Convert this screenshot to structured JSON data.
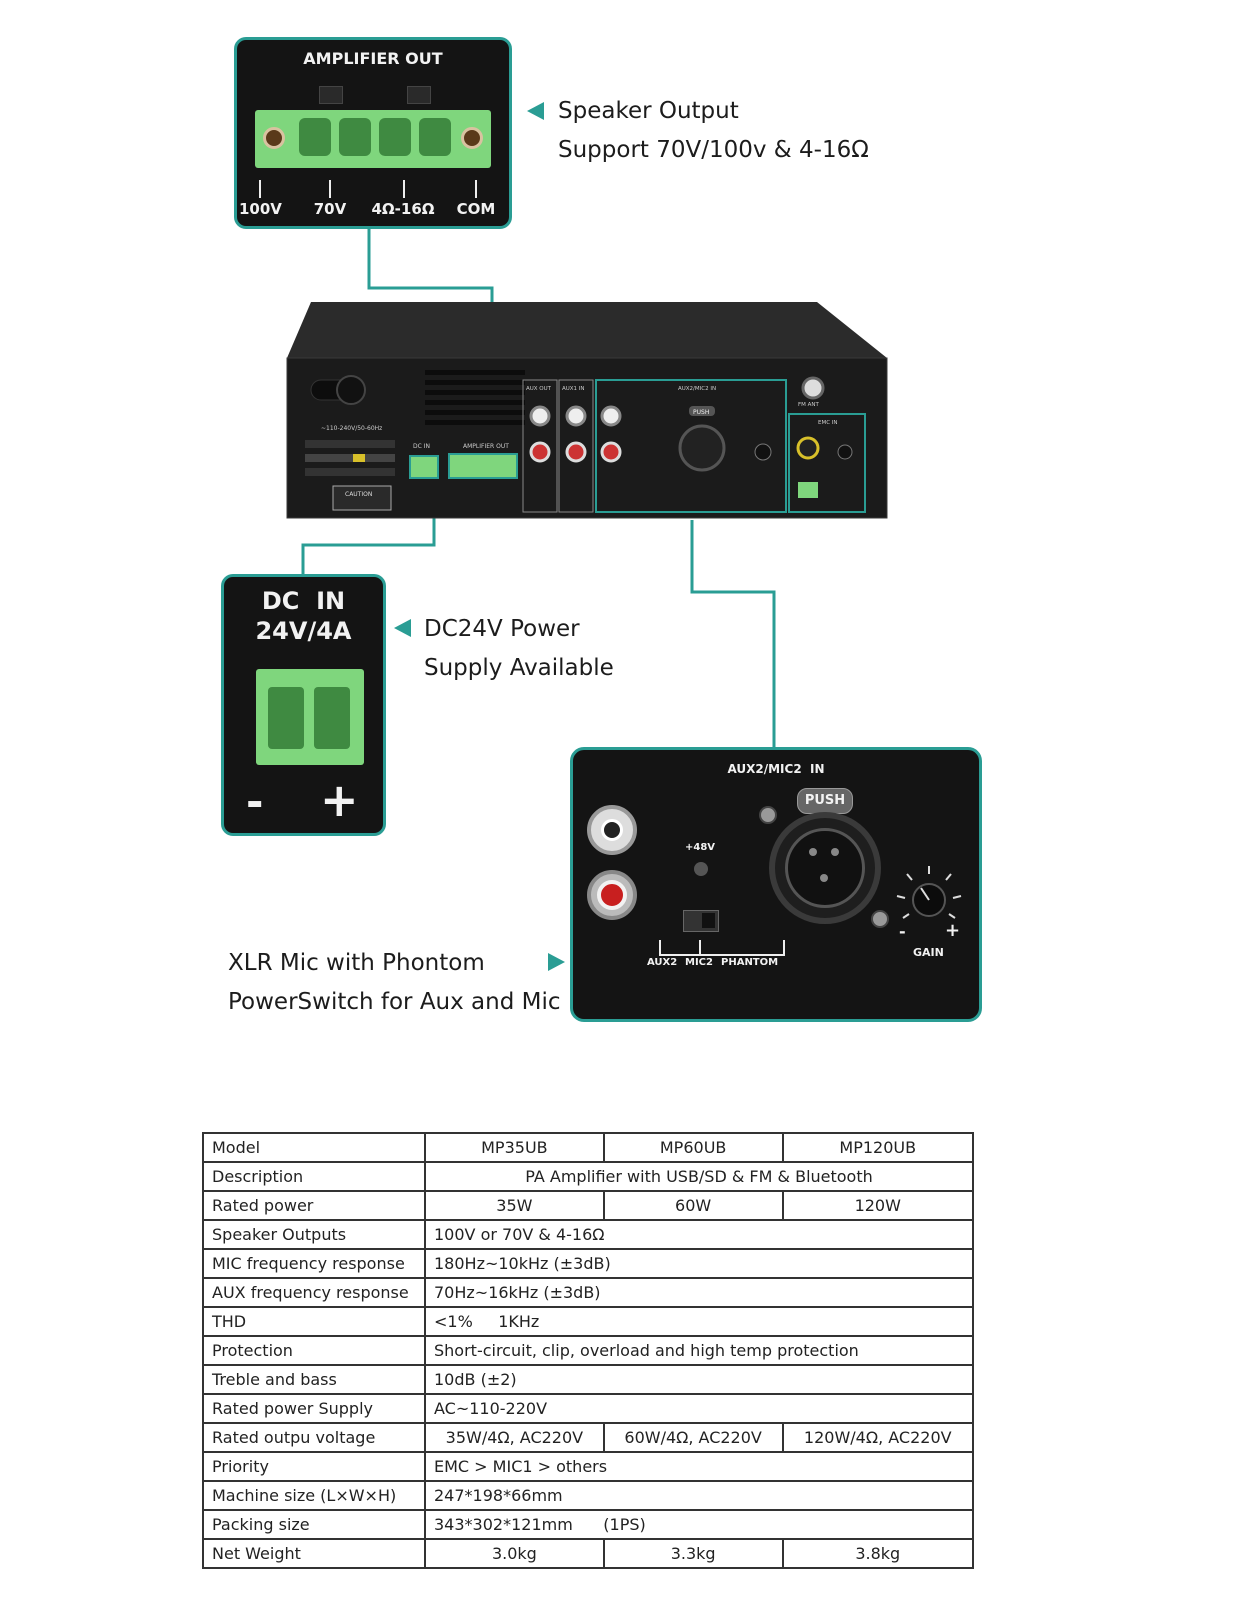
{
  "amp_out": {
    "title": "AMPLIFIER OUT",
    "terminals": [
      "100V",
      "70V",
      "4Ω-16Ω",
      "COM"
    ]
  },
  "callouts": {
    "speaker": [
      "Speaker Output",
      "Support 70V/100v & 4-16Ω"
    ],
    "dc": [
      "DC24V Power",
      "Supply Available"
    ],
    "xlr": [
      "XLR Mic with Phontom",
      "PowerSwitch for Aux and Mic"
    ]
  },
  "dc_in": {
    "line1": "DC  IN",
    "line2": "24V/4A",
    "minus": "-",
    "plus": "+"
  },
  "aux_panel": {
    "title": "AUX2/MIC2  IN",
    "push": "PUSH",
    "phantom_voltage": "+48V",
    "switch_labels": [
      "AUX2",
      "MIC2",
      "PHANTOM"
    ],
    "gain": "GAIN",
    "gain_minus": "-",
    "gain_plus": "+"
  },
  "device_labels": {
    "aux_out": "AUX OUT",
    "aux1_in": "AUX1 IN",
    "aux2_mic2": "AUX2/MIC2 IN",
    "fm_ant": "FM ANT",
    "emc_in": "EMC IN",
    "amp_out": "AMPLIFIER OUT",
    "dc_in": "DC IN",
    "push": "PUSH",
    "caution": "CAUTION",
    "mains": "~110-240V/50-60Hz"
  },
  "spec_table": {
    "header": {
      "label": "Model",
      "models": [
        "MP35UB",
        "MP60UB",
        "MP120UB"
      ]
    },
    "description": {
      "label": "Description",
      "value": "PA Amplifier with USB/SD & FM & Bluetooth"
    },
    "rated_power": {
      "label": "Rated power",
      "values": [
        "35W",
        "60W",
        "120W"
      ]
    },
    "speaker_outputs": {
      "label": "Speaker Outputs",
      "value": "100V or 70V & 4-16Ω"
    },
    "mic_freq": {
      "label": "MIC frequency response",
      "value": "180Hz~10kHz (±3dB)"
    },
    "aux_freq": {
      "label": "AUX frequency response",
      "value": "70Hz~16kHz (±3dB)"
    },
    "thd": {
      "label": "THD",
      "value": "<1%     1KHz"
    },
    "protection": {
      "label": "Protection",
      "value": "Short-circuit, clip, overload and high temp protection"
    },
    "treble_bass": {
      "label": "Treble and bass",
      "value": "10dB (±2)"
    },
    "power_supply": {
      "label": "Rated power Supply",
      "value": "AC~110-220V"
    },
    "output_voltage": {
      "label": "Rated outpu voltage",
      "values": [
        "35W/4Ω, AC220V",
        "60W/4Ω, AC220V",
        "120W/4Ω, AC220V"
      ]
    },
    "priority": {
      "label": "Priority",
      "value": "EMC > MIC1 > others"
    },
    "machine_size": {
      "label": "Machine size (L×W×H)",
      "value": "247*198*66mm"
    },
    "packing_size": {
      "label": "Packing size",
      "value": "343*302*121mm      (1PS)"
    },
    "net_weight": {
      "label": "Net Weight",
      "values": [
        "3.0kg",
        "3.3kg",
        "3.8kg"
      ]
    }
  }
}
